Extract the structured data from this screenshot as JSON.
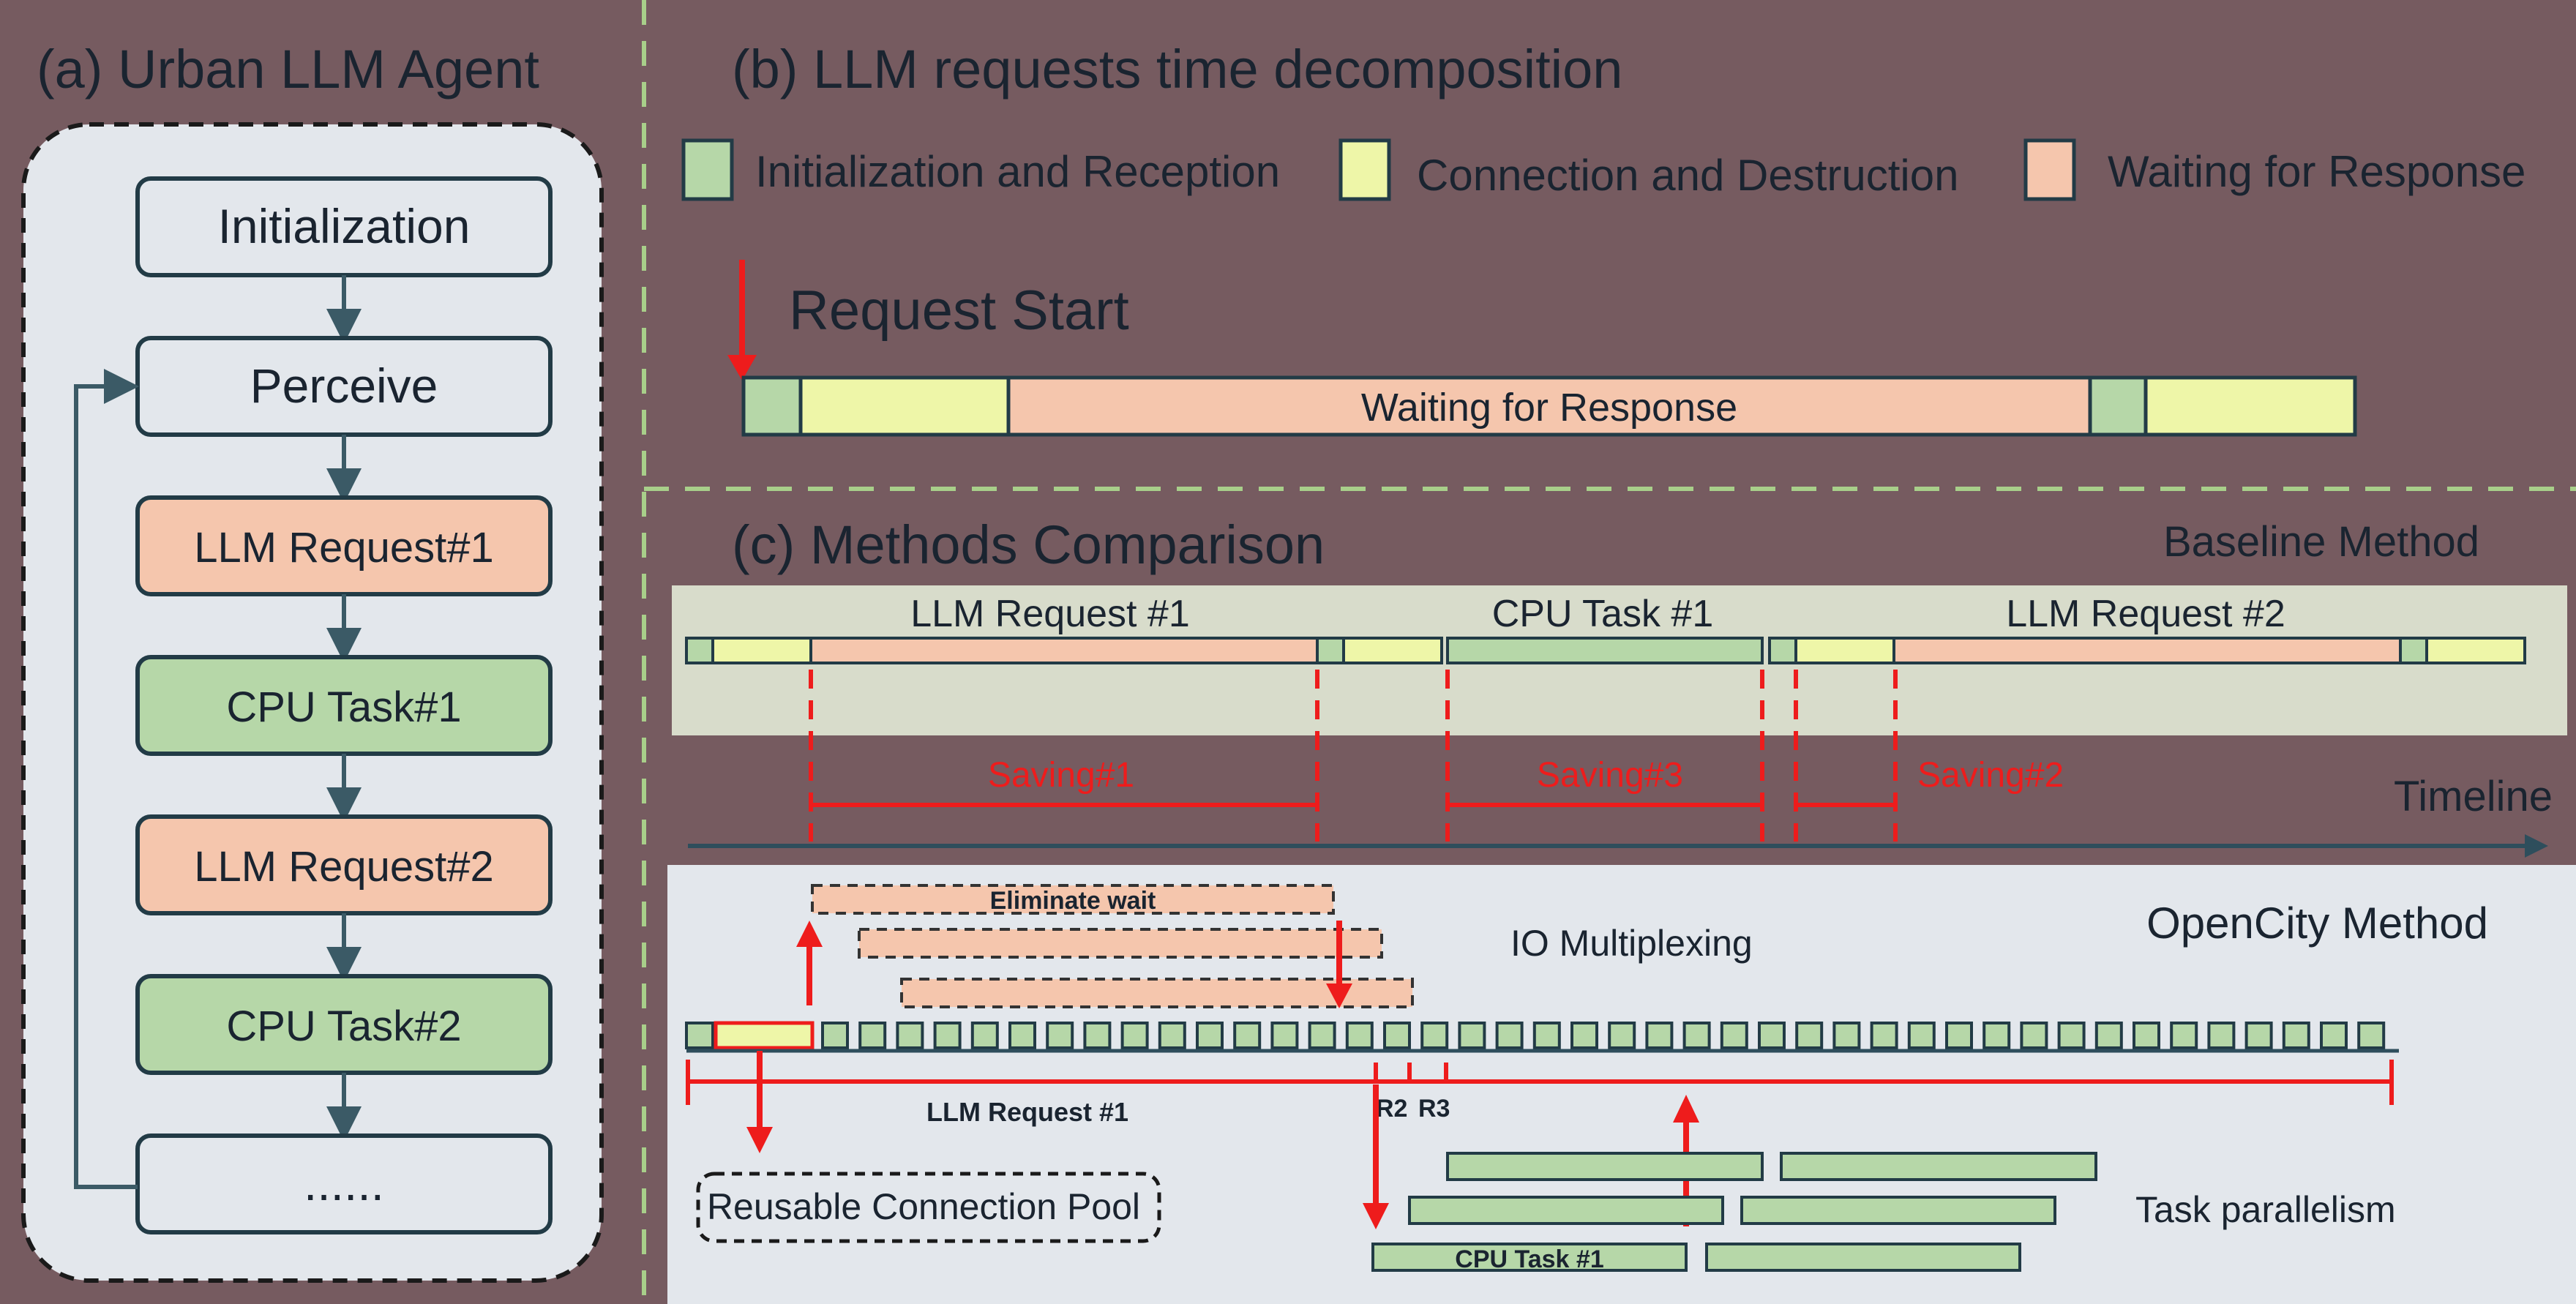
{
  "colors": {
    "background": "#765b60",
    "panel_light": "#e3e7ec",
    "baseline_band": "#d8dccb",
    "green": "#b6d7a8",
    "yellow": "#eef6a8",
    "salmon": "#f5c6ad",
    "border_dark": "#223b46",
    "arrow_dark": "#3b5a66",
    "red": "#ee1c1c",
    "divider": "#a8cf8a"
  },
  "panel_a": {
    "title": "(a) Urban LLM Agent",
    "steps": [
      {
        "label": "Initialization",
        "kind": "plain"
      },
      {
        "label": "Perceive",
        "kind": "plain"
      },
      {
        "label": "LLM Request#1",
        "kind": "salmon"
      },
      {
        "label": "CPU Task#1",
        "kind": "green"
      },
      {
        "label": "LLM Request#2",
        "kind": "salmon"
      },
      {
        "label": "CPU Task#2",
        "kind": "green"
      },
      {
        "label": "......",
        "kind": "plain"
      }
    ]
  },
  "panel_b": {
    "title": "(b) LLM requests time decomposition",
    "legend": [
      {
        "label": "Initialization and Reception",
        "color": "green"
      },
      {
        "label": "Connection and Destruction",
        "color": "yellow"
      },
      {
        "label": "Waiting for Response",
        "color": "salmon"
      }
    ],
    "request_start": "Request Start",
    "waiting_label": "Waiting for Response"
  },
  "panel_c": {
    "title": "(c) Methods Comparison",
    "baseline_label": "Baseline Method",
    "baseline_segments": [
      "LLM Request #1",
      "CPU Task #1",
      "LLM Request #2"
    ],
    "savings": [
      "Saving#1",
      "Saving#3",
      "Saving#2"
    ],
    "timeline": "Timeline",
    "opencity_label": "OpenCity Method",
    "eliminate_wait": "Eliminate wait",
    "io_multiplexing": "IO Multiplexing",
    "llm_request_1": "LLM Request #1",
    "r2": "R2",
    "r3": "R3",
    "connection_pool": "Reusable Connection Pool",
    "task_parallelism": "Task parallelism",
    "cpu_task_1": "CPU Task #1"
  }
}
